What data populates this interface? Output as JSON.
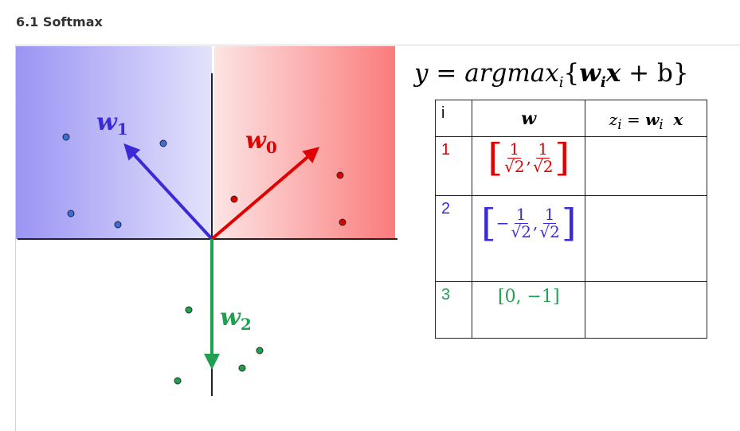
{
  "section": {
    "title": "6.1 Softmax"
  },
  "figure": {
    "labels": {
      "w0": "w",
      "w0_sub": "0",
      "w1": "w",
      "w1_sub": "1",
      "w2": "w",
      "w2_sub": "2"
    },
    "colors": {
      "class0": "#e00000",
      "class1": "#3b2bd6",
      "class2": "#22a052",
      "region0": "#fa7c7c",
      "region1": "#9b95f4"
    }
  },
  "equation": {
    "lhs": "y",
    "equals": "=",
    "fn": "argmax",
    "fn_sub": "i",
    "open_brace": "{",
    "w": "w",
    "w_sub": "i",
    "x": "x",
    "plus": "+",
    "b": "b",
    "close_brace": "}"
  },
  "table": {
    "headers": {
      "i": "i",
      "w": "w",
      "z": "z",
      "z_sub": "i",
      "z_eq": "=",
      "z_w": "w",
      "z_w_sub": "i",
      "z_x": "x"
    },
    "rows": [
      {
        "index": "1",
        "left_bracket": "[",
        "frac1_num": "1",
        "frac1_den": "√2",
        "comma": ",",
        "frac2_num": "1",
        "frac2_den": "√2",
        "right_bracket": "]"
      },
      {
        "index": "2",
        "left_bracket": "[",
        "minus": "−",
        "frac1_num": "1",
        "frac1_den": "√2",
        "comma": ",",
        "frac2_num": "1",
        "frac2_den": "√2",
        "right_bracket": "]"
      },
      {
        "index": "3",
        "vector": "[0, −1]"
      }
    ]
  }
}
